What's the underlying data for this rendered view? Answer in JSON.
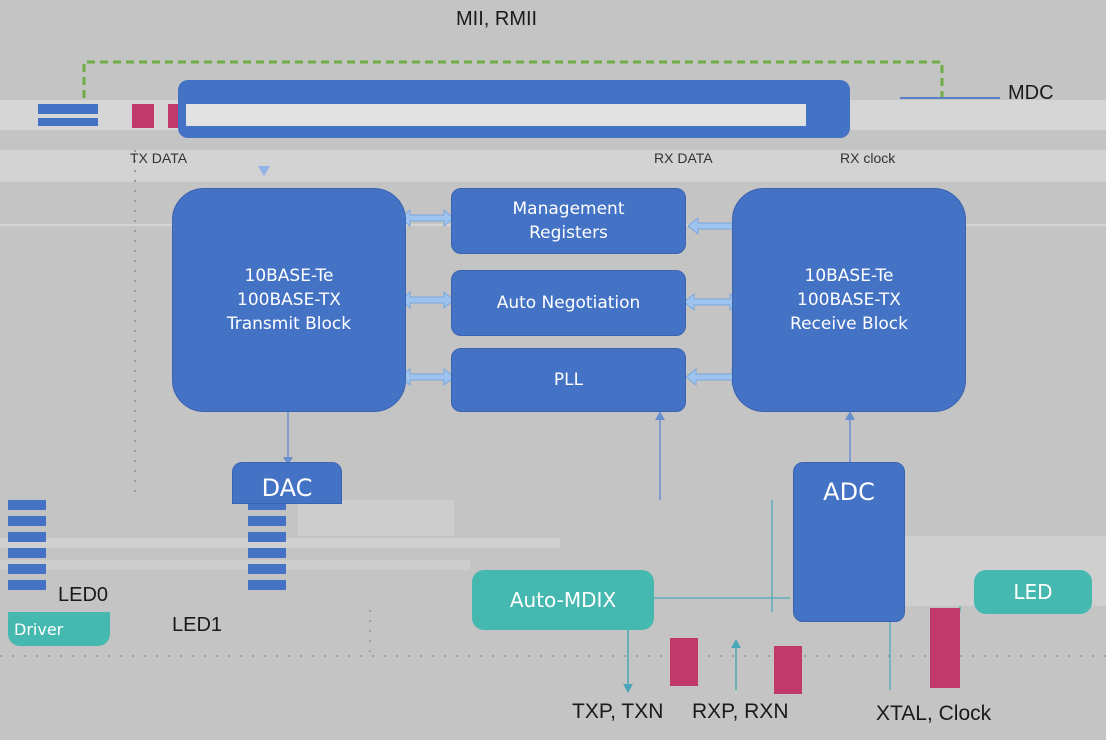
{
  "top_bus_label": "MII, RMII",
  "mdc_label": "MDC",
  "tx_data_label": "TX DATA",
  "rx_data_label": "RX DATA",
  "rx_clock_label": "RX clock",
  "blocks": {
    "transmit": "10BASE-Te\n100BASE-TX\nTransmit Block",
    "receive": "10BASE-Te\n100BASE-TX\nReceive Block",
    "management": "Management\nRegisters",
    "autoneg": "Auto Negotiation",
    "pll": "PLL",
    "dac": "DAC",
    "adc": "ADC",
    "automdix": "Auto-MDIX",
    "led": "LED",
    "driver": "Driver"
  },
  "pins": {
    "led0": "LED0",
    "led1": "LED1",
    "txp_txn": "TXP, TXN",
    "rxp_rxn": "RXP, RXN",
    "xtal_clock": "XTAL, Clock"
  },
  "colors": {
    "block_blue": "#4472c4",
    "module_teal": "#45b8b0",
    "bus_dashed_green": "#70ad47",
    "pin_magenta": "#c0396b"
  }
}
